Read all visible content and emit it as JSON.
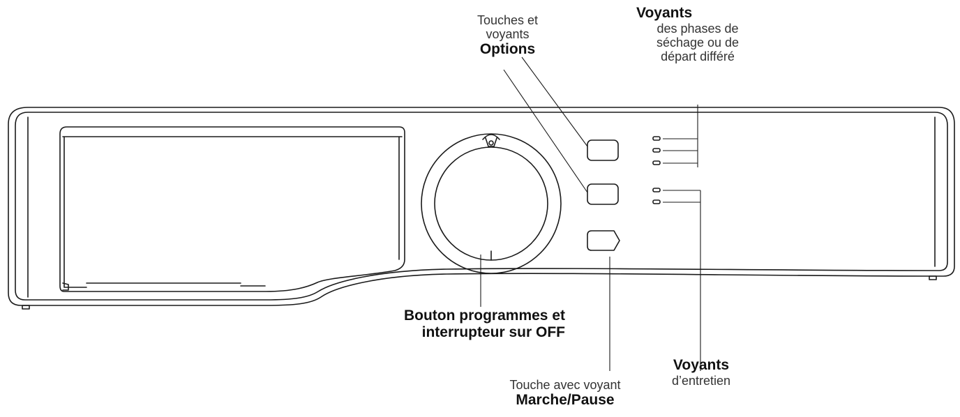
{
  "labels": {
    "options": {
      "line1": "Touches et",
      "line2": "voyants",
      "title": "Options"
    },
    "drying": {
      "title": "Voyants",
      "line1": "des phases de",
      "line2": "séchage ou de",
      "line3": "départ différé"
    },
    "dial": {
      "line1": "Bouton programmes et",
      "line2": "interrupteur sur OFF"
    },
    "startpause": {
      "line1": "Touche avec voyant",
      "title": "Marche/Pause"
    },
    "maintenance": {
      "title": "Voyants",
      "line1": "d’entretien"
    }
  },
  "colors": {
    "stroke": "#1a1a1a",
    "fill": "#ffffff",
    "text": "#111111"
  }
}
